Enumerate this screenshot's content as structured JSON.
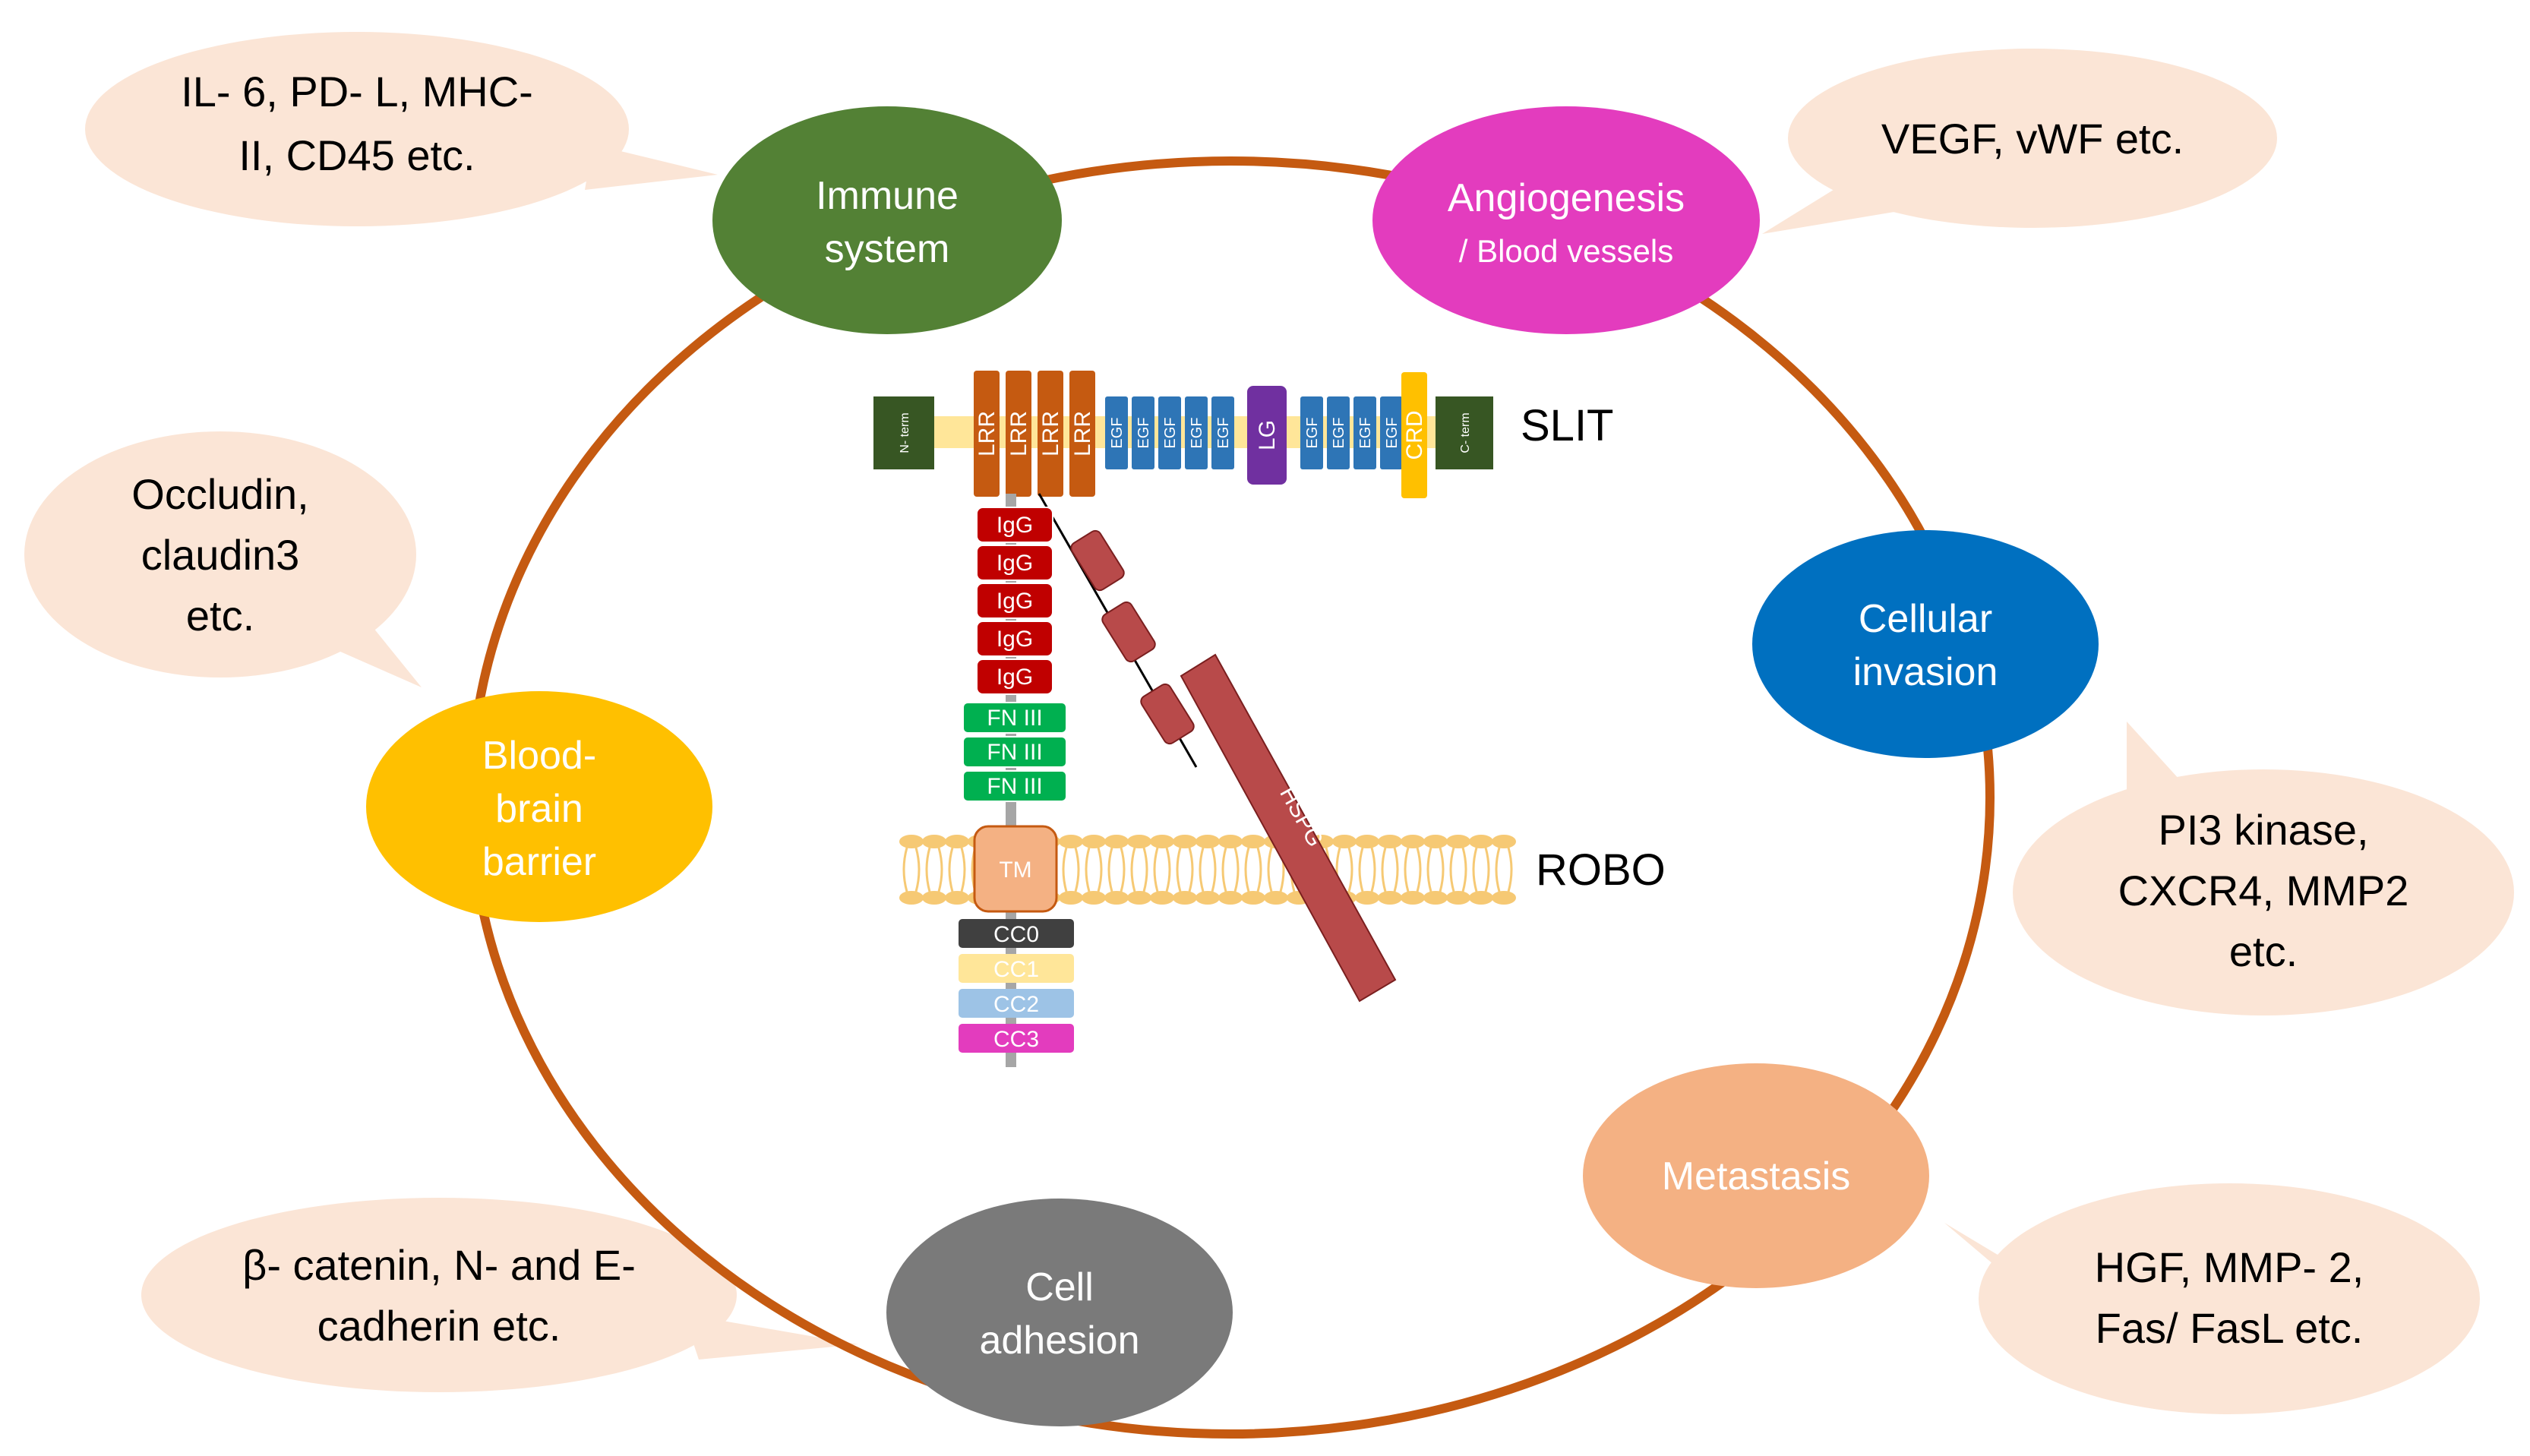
{
  "nodes": {
    "immune": {
      "line1": "Immune",
      "line2": "system",
      "color": "#538135"
    },
    "angiogenesis": {
      "line1": "Angiogenesis",
      "line2": "/ Blood vessels",
      "color": "#e33cbe"
    },
    "invasion": {
      "line1": "Cellular",
      "line2": "invasion",
      "color": "#0070c0"
    },
    "metastasis": {
      "line1": "Metastasis",
      "color": "#f4b183"
    },
    "adhesion": {
      "line1": "Cell",
      "line2": "adhesion",
      "color": "#7a7a7a"
    },
    "bbb": {
      "line1": "Blood-",
      "line2": "brain",
      "line3": "barrier",
      "color": "#ffc000"
    }
  },
  "bubbles": {
    "immune": {
      "line1": "IL- 6, PD- L, MHC-",
      "line2": "II, CD45 etc."
    },
    "angiogenesis": {
      "line1": "VEGF, vWF etc."
    },
    "bbb": {
      "line1": "Occludin,",
      "line2": "claudin3",
      "line3": "etc."
    },
    "invasion": {
      "line1": "PI3 kinase,",
      "line2": "CXCR4, MMP2",
      "line3": "etc."
    },
    "metastasis": {
      "line1": "HGF, MMP- 2,",
      "line2": "Fas/ FasL etc."
    },
    "adhesion": {
      "line1": "β- catenin, N- and E-",
      "line2": "cadherin etc."
    }
  },
  "slit": {
    "label": "SLIT",
    "n_term": "N- term",
    "c_term": "C- term",
    "lrr": [
      "LRR",
      "LRR",
      "LRR",
      "LRR"
    ],
    "egf_left": [
      "EGF",
      "EGF",
      "EGF",
      "EGF",
      "EGF"
    ],
    "lg": "LG",
    "egf_right": [
      "EGF",
      "EGF",
      "EGF",
      "EGF"
    ],
    "crd": "CRD"
  },
  "robo": {
    "label": "ROBO",
    "igg": [
      "IgG",
      "IgG",
      "IgG",
      "IgG",
      "IgG"
    ],
    "fn": [
      "FN III",
      "FN III",
      "FN III"
    ],
    "tm": "TM",
    "cc": [
      "CC0",
      "CC1",
      "CC2",
      "CC3"
    ]
  },
  "hspg": {
    "label": "HSPG"
  },
  "colors": {
    "ring": "#c55a11",
    "bubble_fill": "#fbe5d6",
    "lrr": "#c55a11",
    "egf": "#2e75b6",
    "lg": "#7030a0",
    "crd": "#ffc000",
    "term": "#375623",
    "igg": "#c00000",
    "fn": "#00b050",
    "hspg": "#b84a4a",
    "membrane": "#f6c974"
  }
}
